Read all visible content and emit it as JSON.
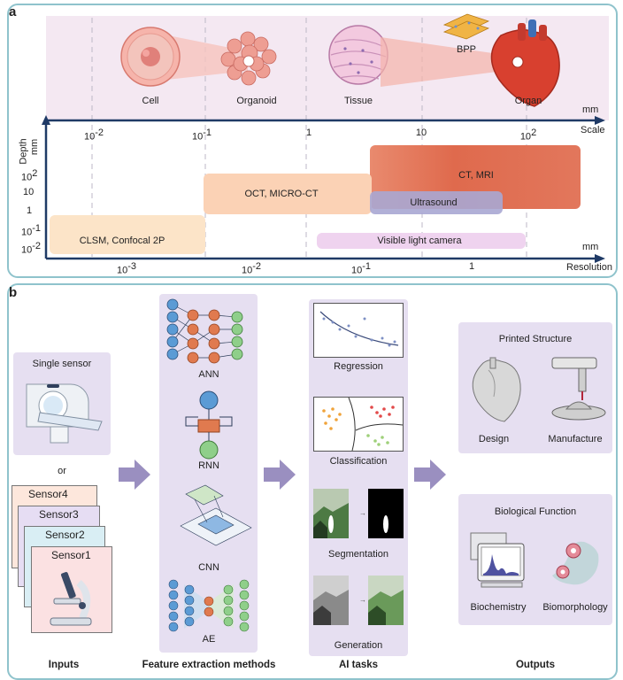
{
  "panel_a": {
    "label": "a",
    "items": [
      {
        "name": "Cell"
      },
      {
        "name": "Organoid"
      },
      {
        "name": "Tissue"
      },
      {
        "name": "Organ"
      },
      {
        "name": "BPP"
      }
    ],
    "scale_axis": {
      "title": "Scale",
      "unit": "mm",
      "ticks": [
        "10-2",
        "10-1",
        "1",
        "10",
        "102"
      ]
    },
    "depth_axis": {
      "title": "Depth",
      "unit": "mm",
      "ticks": [
        "102",
        "10",
        "1",
        "10-1",
        "10-2"
      ]
    },
    "resolution_axis": {
      "title": "Resolution",
      "unit": "mm",
      "ticks": [
        "10-3",
        "10-2",
        "10-1",
        "1"
      ]
    },
    "modalities": [
      {
        "name": "CT, MRI",
        "color": "#e06b4e"
      },
      {
        "name": "OCT, MICRO-CT",
        "color": "#f9c9a6"
      },
      {
        "name": "Ultrasound",
        "color": "#a9a7d3"
      },
      {
        "name": "CLSM, Confocal 2P",
        "color": "#fbe0c0"
      },
      {
        "name": "Visible light camera",
        "color": "#e8cbe9"
      }
    ]
  },
  "panel_b": {
    "label": "b",
    "inputs": {
      "single_sensor": "Single sensor",
      "or": "or",
      "sensors": [
        "Sensor4",
        "Sensor3",
        "Sensor2",
        "Sensor1"
      ]
    },
    "methods": [
      "ANN",
      "RNN",
      "CNN",
      "AE"
    ],
    "tasks": [
      "Regression",
      "Classification",
      "Segmentation",
      "Generation"
    ],
    "outputs": {
      "printed_structure": {
        "title": "Printed Structure",
        "items": [
          "Design",
          "Manufacture"
        ]
      },
      "biological_function": {
        "title": "Biological Function",
        "items": [
          "Biochemistry",
          "Biomorphology"
        ]
      }
    },
    "column_titles": [
      "Inputs",
      "Feature extraction methods",
      "AI tasks",
      "Outputs"
    ]
  },
  "colors": {
    "panel_border": "#8fc3cc",
    "violet_bg": "#e6dff1",
    "arrow": "#9a8fc0",
    "axis": "#1f3a66"
  }
}
